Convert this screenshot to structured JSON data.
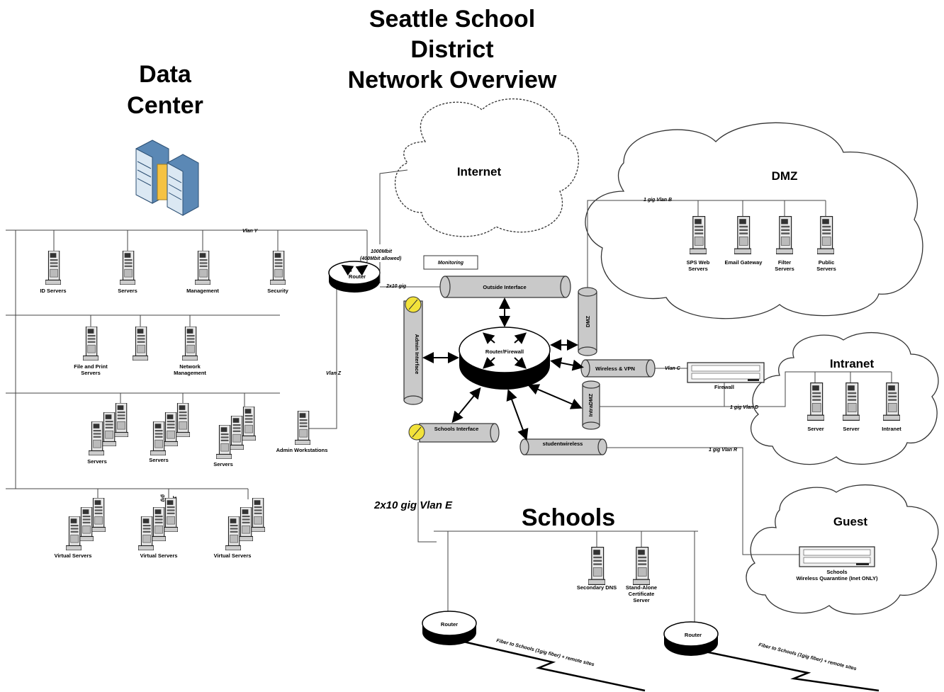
{
  "title": {
    "line1": "Seattle School",
    "line2": "District",
    "line3": "Network Overview"
  },
  "data_center": {
    "line1": "Data",
    "line2": "Center"
  },
  "clouds": {
    "internet": "Internet",
    "dmz": "DMZ",
    "intranet": "Intranet",
    "guest": "Guest"
  },
  "schools_heading": "Schools",
  "vlans": {
    "y": "Vlan Y",
    "z": "Vlan Z",
    "b": "1 gig Vlan B",
    "c": "Vlan C",
    "d": "1 gig  Vlan D",
    "r": "1 gig  Vlan R",
    "e": "2x10 gig  Vlan E",
    "uplink_10": "10",
    "uplink_gig": "gig"
  },
  "links": {
    "uplink_line1": "1000Mbit",
    "uplink_line2": "(400Mbit allowed)",
    "twox10": "2x10 gig"
  },
  "routers": {
    "main": "Router",
    "core": "Router/Firewall",
    "school_a": "Router",
    "school_b": "Router"
  },
  "interfaces": {
    "outside": "Outside Interface",
    "admin": "Admin Interface",
    "dmz": "DMZ",
    "wireless_vpn": "Wireless & VPN",
    "intradmz": "IntraDMZ",
    "schools": "Schools Interface",
    "studentwireless": "studentwireless"
  },
  "monitoring": "Monitoring",
  "firewall": "Firewall",
  "servers": {
    "row1": [
      "ID Servers",
      "Servers",
      "Management",
      "Security"
    ],
    "row2": [
      [
        "File and Print",
        "Servers"
      ],
      [
        "",
        ""
      ],
      [
        "Network",
        "Management"
      ]
    ],
    "row3": [
      "Servers",
      "Servers",
      "Servers"
    ],
    "admin_ws": "Admin Workstations",
    "row4": [
      "Virtual Servers",
      "Virtual Servers",
      "Virtual Servers"
    ],
    "dmz": [
      [
        "SPS Web",
        "Servers"
      ],
      [
        "Email Gateway",
        ""
      ],
      [
        "Filter",
        "Servers"
      ],
      [
        "Public",
        "Servers"
      ]
    ],
    "intranet": [
      "Server",
      "Server",
      "Intranet"
    ],
    "schools": [
      [
        "Secondary DNS",
        "",
        ""
      ],
      [
        "Stand-Alone",
        "Certificate",
        "Server"
      ]
    ]
  },
  "guest_device": {
    "line1": "Schools",
    "line2": "Wireless Quarantine (Inet ONLY)"
  },
  "fiber": "Fiber  to Schools (1gig fiber) + remote sites",
  "colors": {
    "pipe": "#c9c9c9",
    "yellow": "#f2e23a",
    "server_light": "#dbe8f3",
    "server_dark": "#5b88b5"
  }
}
